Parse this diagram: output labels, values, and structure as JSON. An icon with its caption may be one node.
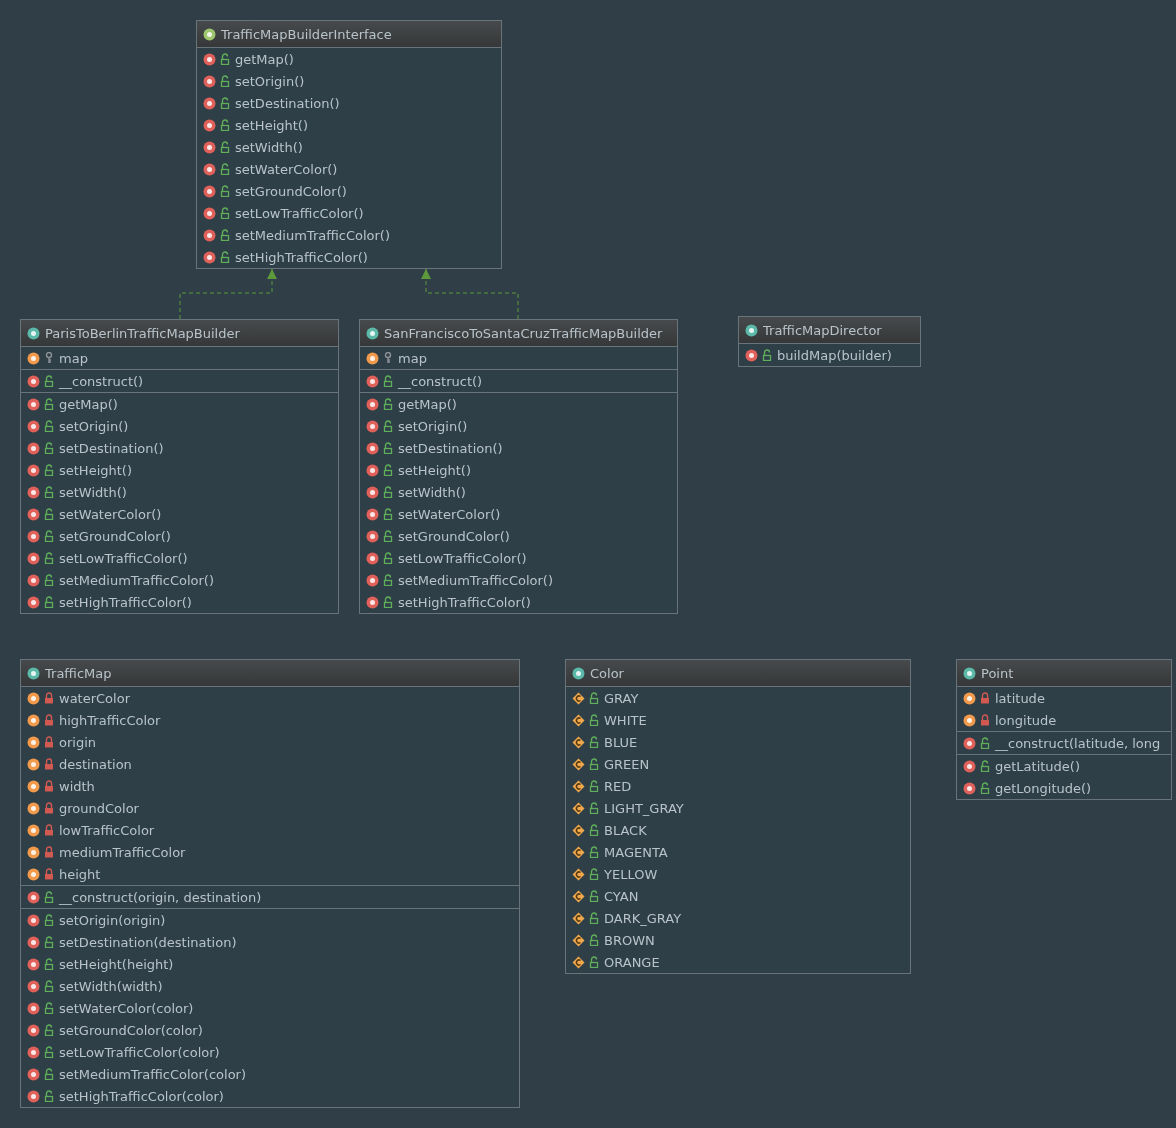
{
  "diagram": {
    "nodes": [
      {
        "text": [
          "TrafficMapBuilderInterface",
          "getMap()",
          "setOrigin()",
          "setDestination()",
          "setHeight()",
          "setWidth()",
          "setWaterColor()",
          "setGroundColor()",
          "setLowTrafficColor()",
          "setMediumTrafficColor()",
          "setHighTrafficColor()"
        ]
      },
      {
        "text": [
          "ParisToBerlinTrafficMapBuilder",
          "map",
          "__construct()",
          "getMap()",
          "setOrigin()",
          "setDestination()",
          "setHeight()",
          "setWidth()",
          "setWaterColor()",
          "setGroundColor()",
          "setLowTrafficColor()",
          "setMediumTrafficColor()",
          "setHighTrafficColor()"
        ]
      },
      {
        "text": [
          "SanFranciscoToSantaCruzTrafficMapBuilder",
          "map",
          "__construct()",
          "getMap()",
          "setOrigin()",
          "setDestination()",
          "setHeight()",
          "setWidth()",
          "setWaterColor()",
          "setGroundColor()",
          "setLowTrafficColor()",
          "setMediumTrafficColor()",
          "setHighTrafficColor()"
        ]
      },
      {
        "text": [
          "TrafficMapDirector",
          "buildMap(builder)"
        ]
      },
      {
        "text": [
          "TrafficMap",
          "waterColor",
          "highTrafficColor",
          "origin",
          "destination",
          "width",
          "groundColor",
          "lowTrafficColor",
          "mediumTrafficColor",
          "height",
          "__construct(origin, destination)",
          "setOrigin(origin)",
          "setDestination(destination)",
          "setHeight(height)",
          "setWidth(width)",
          "setWaterColor(color)",
          "setGroundColor(color)",
          "setLowTrafficColor(color)",
          "setMediumTrafficColor(color)",
          "setHighTrafficColor(color)"
        ]
      },
      {
        "text": [
          "Color",
          "GRAY",
          "WHITE",
          "BLUE",
          "GREEN",
          "RED",
          "LIGHT_GRAY",
          "BLACK",
          "MAGENTA",
          "YELLOW",
          "CYAN",
          "DARK_GRAY",
          "BROWN",
          "ORANGE"
        ]
      },
      {
        "text": [
          "Point",
          "latitude",
          "longitude",
          "__construct(latitude, long",
          "getLatitude()",
          "getLongitude()"
        ]
      }
    ],
    "edges": [
      {
        "from": 1,
        "to": 0,
        "arrow": "to",
        "style": "dashed"
      },
      {
        "from": 2,
        "to": 0,
        "arrow": "to",
        "style": "dashed"
      }
    ]
  }
}
